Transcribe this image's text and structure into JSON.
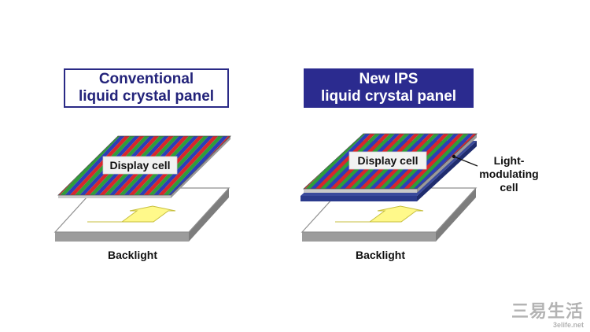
{
  "panels": [
    {
      "title_line1": "Conventional",
      "title_line2": "liquid crystal panel",
      "display_cell_label": "Display cell",
      "backlight_label": "Backlight"
    },
    {
      "title_line1": "New IPS",
      "title_line2": "liquid crystal panel",
      "display_cell_label": "Display cell",
      "backlight_label": "Backlight",
      "callout_line1": "Light-",
      "callout_line2": "modulating",
      "callout_line3": "cell"
    }
  ],
  "watermark": {
    "main": "三易生活",
    "sub": "3elife.net"
  },
  "colors": {
    "title_dark_blue": "#2b2b8f",
    "stripe_red": "#d8262b",
    "stripe_green": "#2f9d3a",
    "stripe_blue": "#2b3fb8",
    "modulating_layer": "#2a3a8c",
    "arrow_fill": "#fff98a",
    "backlight_top": "#ffffff",
    "backlight_side": "#9c9c9c"
  }
}
